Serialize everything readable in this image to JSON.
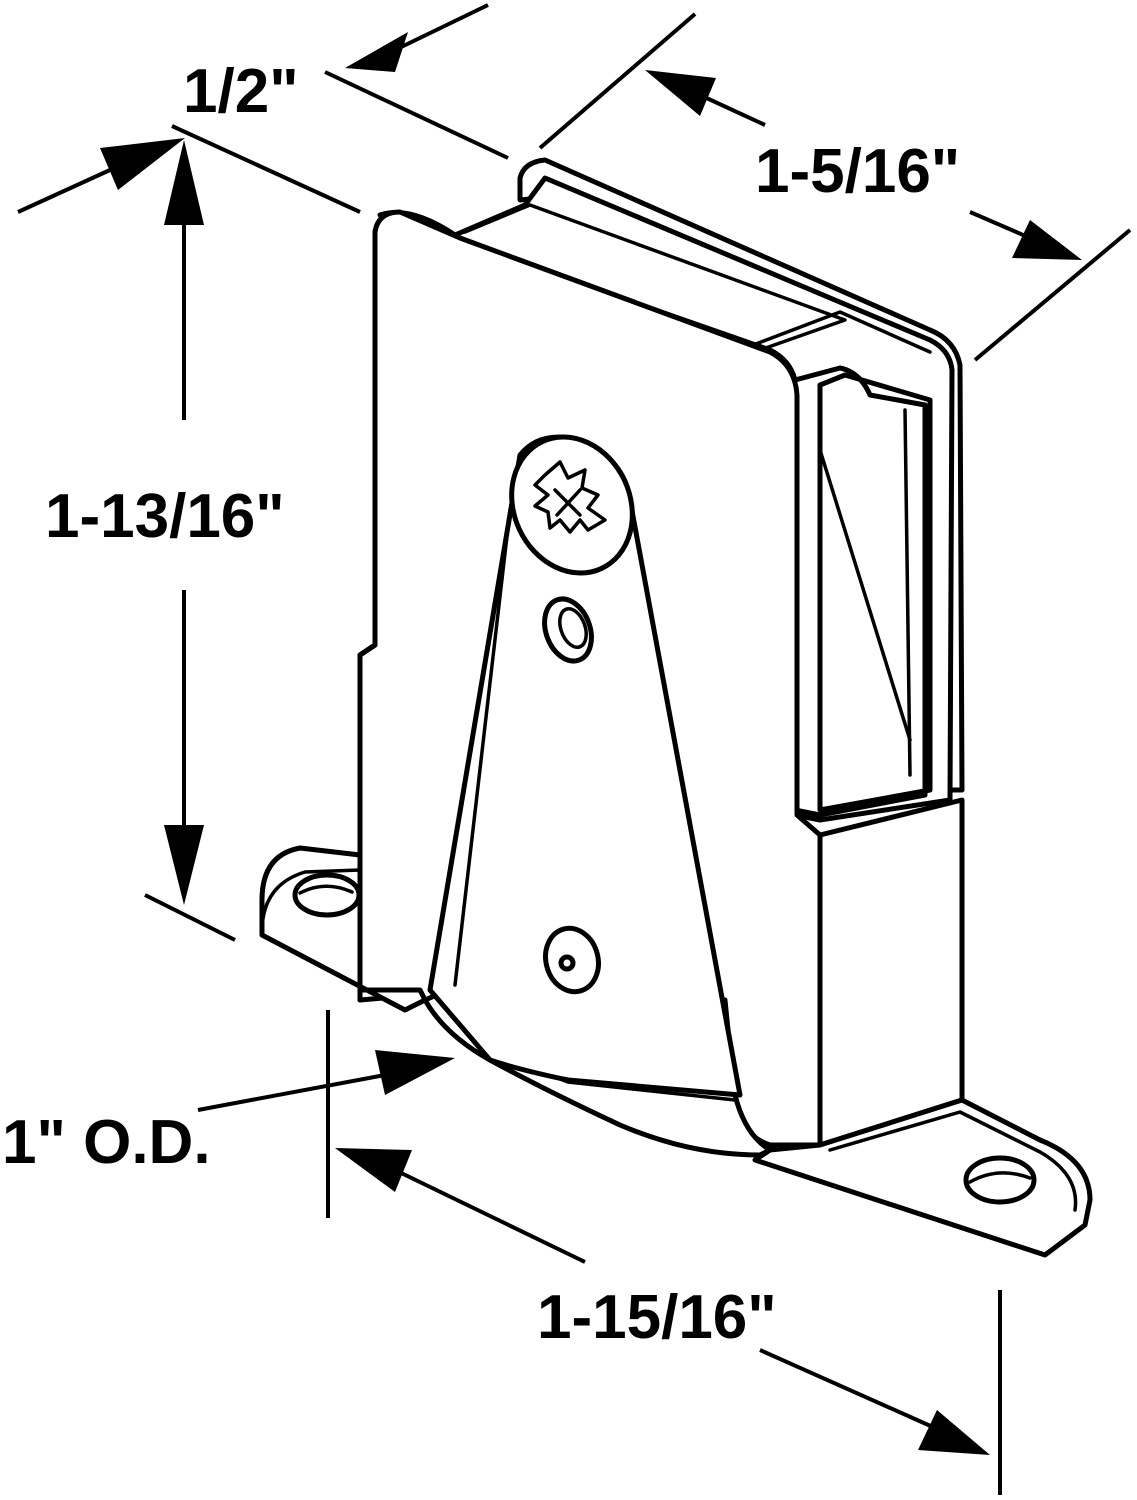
{
  "diagram": {
    "dimensions": {
      "depth": "1/2\"",
      "width_top": "1-5/16\"",
      "height": "1-13/16\"",
      "wheel_od": "1\" O.D.",
      "base_length": "1-15/16\""
    },
    "colors": {
      "line": "#000000",
      "background": "#ffffff"
    }
  }
}
